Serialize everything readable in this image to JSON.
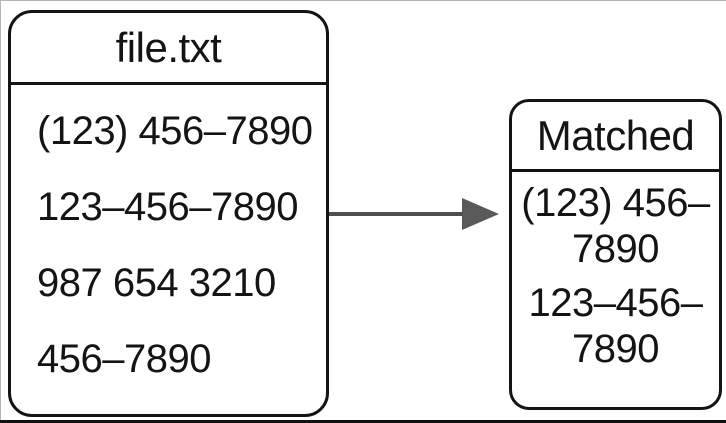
{
  "file_box": {
    "title": "file.txt",
    "lines": [
      "(123) 456–7890",
      "123–456–7890",
      "987 654 3210",
      "456–7890"
    ]
  },
  "arrow": {
    "direction": "right",
    "color": "#565656"
  },
  "matched_box": {
    "title": "Matched",
    "entries": [
      {
        "line1": "(123) 456–",
        "line2": "7890"
      },
      {
        "line1": "123–456–",
        "line2": "7890"
      }
    ]
  },
  "colors": {
    "background": "#ffffff",
    "box_border": "#141414",
    "text": "#141414",
    "arrow": "#565656",
    "edge_line": "#b4b4b4",
    "bottom_bar": "#0f0f0f"
  }
}
